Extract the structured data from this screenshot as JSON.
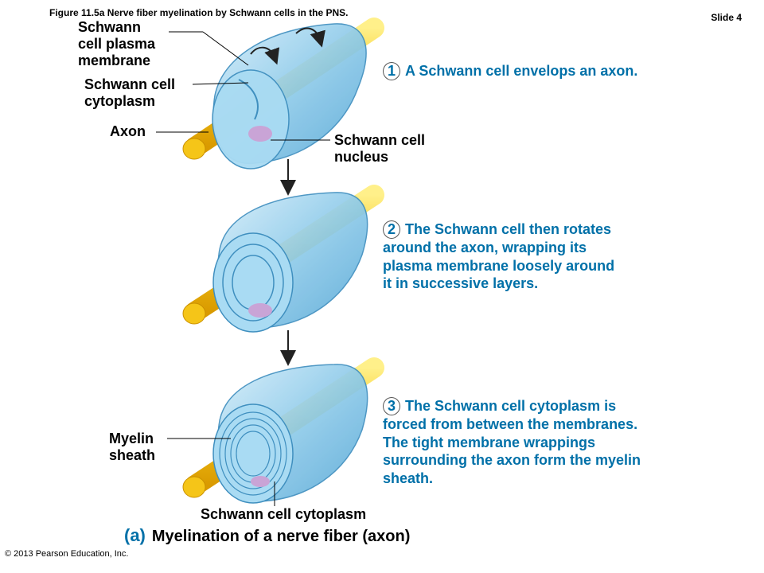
{
  "header": {
    "figure_title": "Figure 11.5a  Nerve fiber myelination by Schwann cells in the PNS.",
    "slide_label": "Slide 4"
  },
  "labels": {
    "plasma_membrane": [
      "Schwann",
      "cell plasma",
      "membrane"
    ],
    "cytoplasm_top": [
      "Schwann cell",
      "cytoplasm"
    ],
    "axon": "Axon",
    "nucleus": [
      "Schwann cell",
      "nucleus"
    ],
    "myelin_sheath": [
      "Myelin",
      "sheath"
    ],
    "cytoplasm_bottom": "Schwann cell cytoplasm"
  },
  "steps": [
    {
      "number": "1",
      "lines": [
        "A Schwann cell envelops an axon."
      ]
    },
    {
      "number": "2",
      "lines": [
        "The Schwann cell then rotates",
        "around the axon, wrapping its",
        "plasma membrane loosely around",
        "it in successive layers."
      ]
    },
    {
      "number": "3",
      "lines": [
        "The Schwann cell cytoplasm is",
        "forced from between the membranes.",
        "The tight membrane wrappings",
        "surrounding the axon form the myelin",
        "sheath."
      ]
    }
  ],
  "caption": {
    "part": "(a)",
    "text": "Myelination of a nerve fiber (axon)"
  },
  "copyright": "© 2013 Pearson Education, Inc.",
  "colors": {
    "text_accent": "#0070a8",
    "cell_blue": "#7fc4e8",
    "axon_yellow": "#f5c518",
    "nucleus_purple": "#c9a4d6"
  }
}
